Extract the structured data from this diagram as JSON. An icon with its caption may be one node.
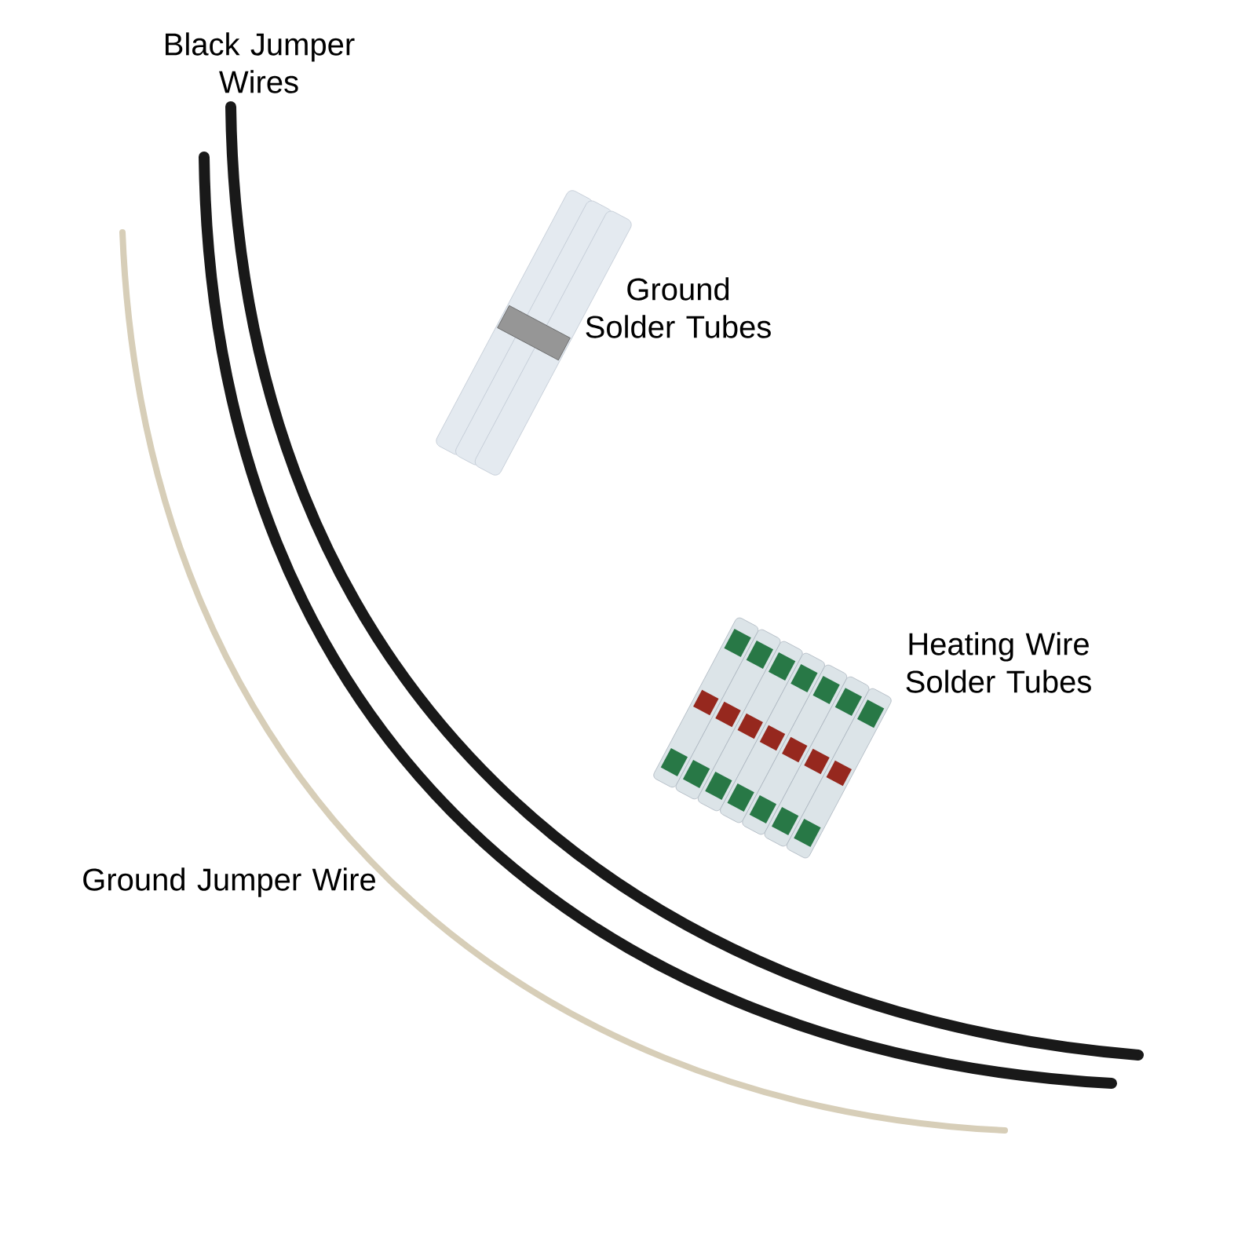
{
  "diagram": {
    "labels": [
      "Black Jumper Wires",
      "Ground Solder Tubes",
      "Heating Wire Solder Tubes",
      "Ground Jumper Wire"
    ]
  }
}
